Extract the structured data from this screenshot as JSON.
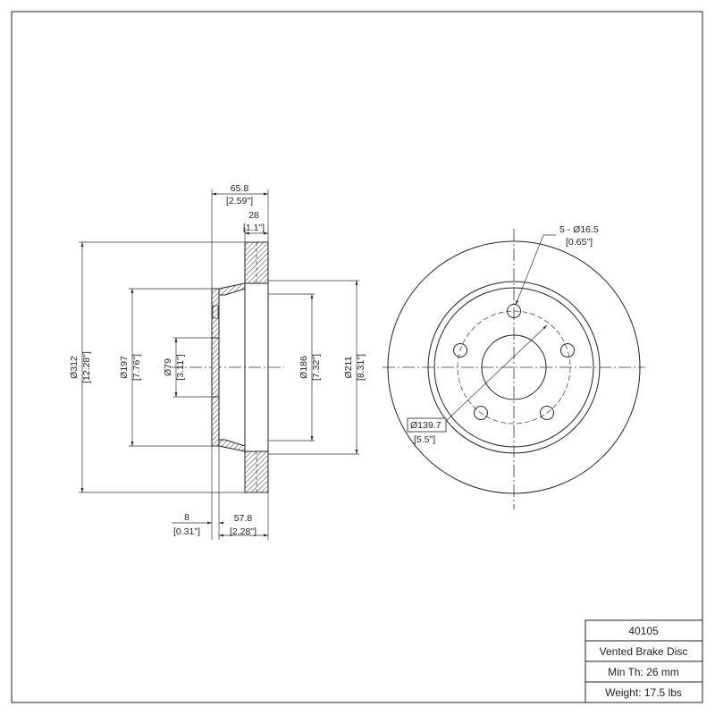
{
  "side_view": {
    "width_total": {
      "mm": "65.8",
      "in": "[2.59\"]"
    },
    "disc_thickness": {
      "mm": "28",
      "in": "[1.1\"]"
    },
    "outer_diameter": {
      "mm": "Ø312",
      "in": "[12.28\"]"
    },
    "hat_diameter": {
      "mm": "Ø197",
      "in": "[7.76\"]"
    },
    "center_bore": {
      "mm": "Ø79",
      "in": "[3.11\"]"
    },
    "inner_diameter_a": {
      "mm": "Ø186",
      "in": "[7.32\"]"
    },
    "inner_diameter_b": {
      "mm": "Ø211",
      "in": "[8.31\"]"
    },
    "hat_thickness": {
      "mm": "8",
      "in": "[0.31\"]"
    },
    "offset": {
      "mm": "57.8",
      "in": "[2.28\"]"
    }
  },
  "front_view": {
    "bolt_holes": {
      "mm": "5 - Ø16.5",
      "in": "[0.65\"]"
    },
    "bolt_circle": {
      "mm": "Ø139.7",
      "in": "[5.5\"]"
    }
  },
  "title_block": {
    "part_number": "40105",
    "description": "Vented Brake Disc",
    "min_thickness": "Min Th: 26 mm",
    "weight": "Weight: 17.5 lbs"
  }
}
